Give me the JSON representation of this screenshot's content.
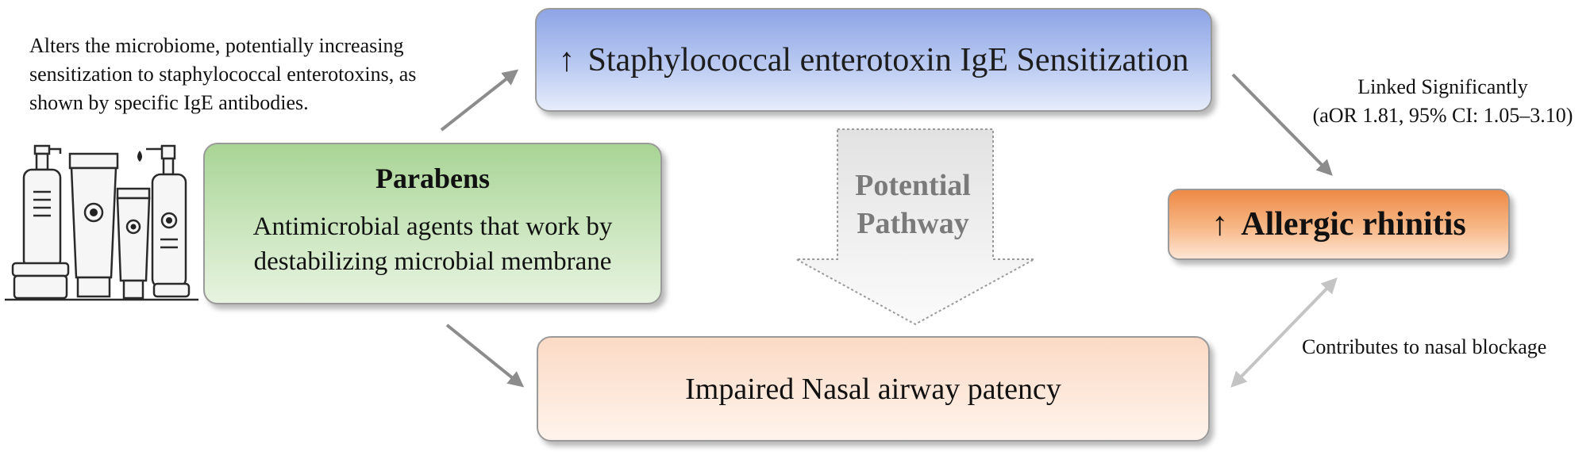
{
  "colors": {
    "ige_box": "#b9c9f1",
    "parabens_box": "#c9e5bc",
    "rhinitis_box": "#f7b888",
    "patency_box": "#fde9dc",
    "connector": "#8c8c8c",
    "pathway_arrow": "#ededed"
  },
  "icons": {
    "products": "cosmetic-products-icon",
    "up_arrow": "up-arrow-icon"
  },
  "nodes": {
    "ige": {
      "arrow": "↑",
      "label": "Staphylococcal enterotoxin IgE Sensitization"
    },
    "parabens": {
      "title": "Parabens",
      "desc_line1": "Antimicrobial agents that work by",
      "desc_line2": "destabilizing microbial membrane"
    },
    "rhinitis": {
      "arrow": "↑",
      "label": "Allergic rhinitis"
    },
    "patency": {
      "label": "Impaired Nasal airway patency"
    }
  },
  "pathway": {
    "line1": "Potential",
    "line2": "Pathway"
  },
  "annotations": {
    "microbiome": {
      "line1": "Alters the microbiome, potentially increasing",
      "line2": "sensitization to staphylococcal enterotoxins, as",
      "line3": "shown by specific IgE antibodies."
    },
    "linked": {
      "line1": "Linked Significantly",
      "line2": "(aOR 1.81, 95% CI: 1.05–3.10)"
    },
    "blockage": "Contributes to nasal blockage"
  }
}
